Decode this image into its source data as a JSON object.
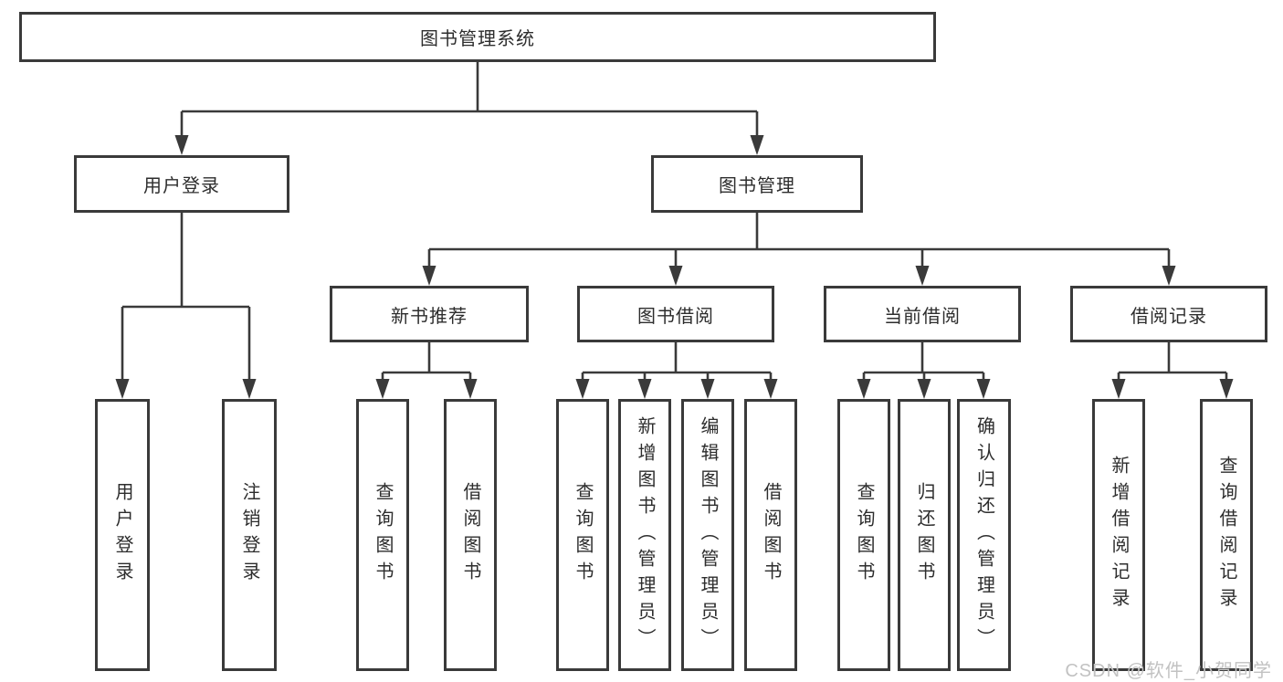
{
  "diagram": {
    "title": "图书管理系统",
    "root": "图书管理系统",
    "level2": {
      "user_login": "用户登录",
      "book_mgmt": "图书管理"
    },
    "level3": {
      "new_books": "新书推荐",
      "borrow": "图书借阅",
      "current": "当前借阅",
      "records": "借阅记录"
    },
    "leaves": {
      "user_login_1": "用户登录",
      "user_login_2": "注销登录",
      "new_books_1": "查询图书",
      "new_books_2": "借阅图书",
      "borrow_1": "查询图书",
      "borrow_2": "新增图书（管理员）",
      "borrow_3": "编辑图书（管理员）",
      "borrow_4": "借阅图书",
      "current_1": "查询图书",
      "current_2": "归还图书",
      "current_3": "确认归还（管理员）",
      "records_1": "新增借阅记录",
      "records_2": "查询借阅记录"
    },
    "watermark": "CSDN @软件_小贺同学",
    "colors": {
      "line": "#3a3a3a",
      "text": "#2d2d2d",
      "box_bg": "#ffffff",
      "watermark": "#c2c2c2",
      "page_bg": "#ffffff"
    }
  }
}
